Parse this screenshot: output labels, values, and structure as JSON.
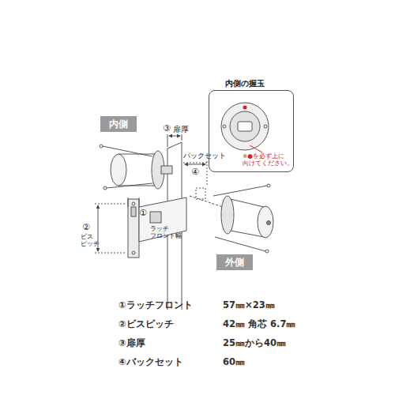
{
  "diagram": {
    "nodes": [
      {
        "text": [
          "内側"
        ]
      },
      {
        "text": [
          "外側"
        ]
      },
      {
        "text": [
          "内側の握玉",
          "※●を必ず上に 向けてください。"
        ]
      }
    ],
    "labels": [
      "③",
      "扉厚",
      "バックセット",
      "④",
      "①",
      "ラッチ フロント幅",
      "②",
      "ビス ピッチ",
      "①ラッチフロント",
      "57㎜×23㎜",
      "②ビスピッチ",
      "42㎜ 角芯 6.7㎜",
      "③扉厚",
      "25㎜から40㎜",
      "④バックセット",
      "60㎜"
    ]
  }
}
